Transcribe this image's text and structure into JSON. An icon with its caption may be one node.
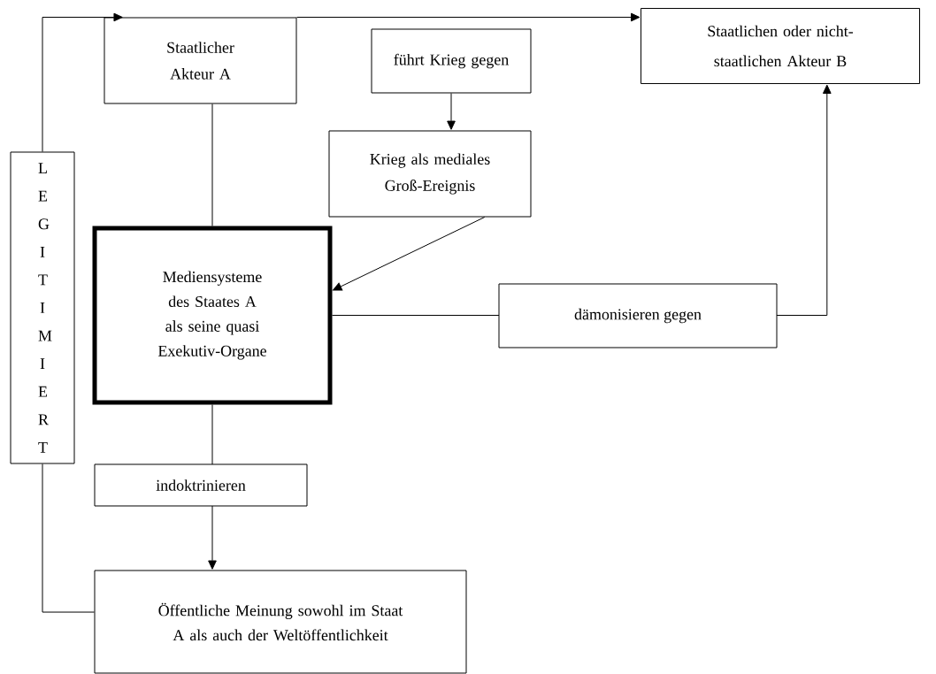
{
  "diagram": {
    "nodes": [
      {
        "text": [
          "Staatlicher Akteur A"
        ]
      },
      {
        "text": [
          "führt Krieg gegen"
        ]
      },
      {
        "text": [
          "Staatlichen oder nicht-staatlichen Akteur B"
        ]
      },
      {
        "text": [
          "Krieg als mediales Groß-Ereignis"
        ]
      },
      {
        "text": [
          "L E G I T I M I E R T"
        ]
      },
      {
        "text": [
          "Mediensysteme des Staates A als seine quasi Exekutiv-Organe"
        ]
      },
      {
        "text": [
          "Öffentliche Meinung sowohl im Staat A als auch der Weltöffentlichkeit"
        ]
      }
    ],
    "edges": [
      {
        "from": 4,
        "to": 0,
        "arrow": "to"
      },
      {
        "from": 0,
        "to": 2,
        "arrow": "to"
      },
      {
        "from": 0,
        "to": 5,
        "arrow": "none"
      },
      {
        "from": 1,
        "to": 3,
        "arrow": "to"
      },
      {
        "from": 3,
        "to": 5,
        "arrow": "to"
      },
      {
        "from": 5,
        "to": 2,
        "arrow": "to",
        "label": "dämonisieren gegen"
      },
      {
        "from": 5,
        "to": 6,
        "arrow": "to",
        "label": "indoktrinieren"
      },
      {
        "from": 6,
        "to": 4,
        "arrow": "none"
      }
    ]
  }
}
